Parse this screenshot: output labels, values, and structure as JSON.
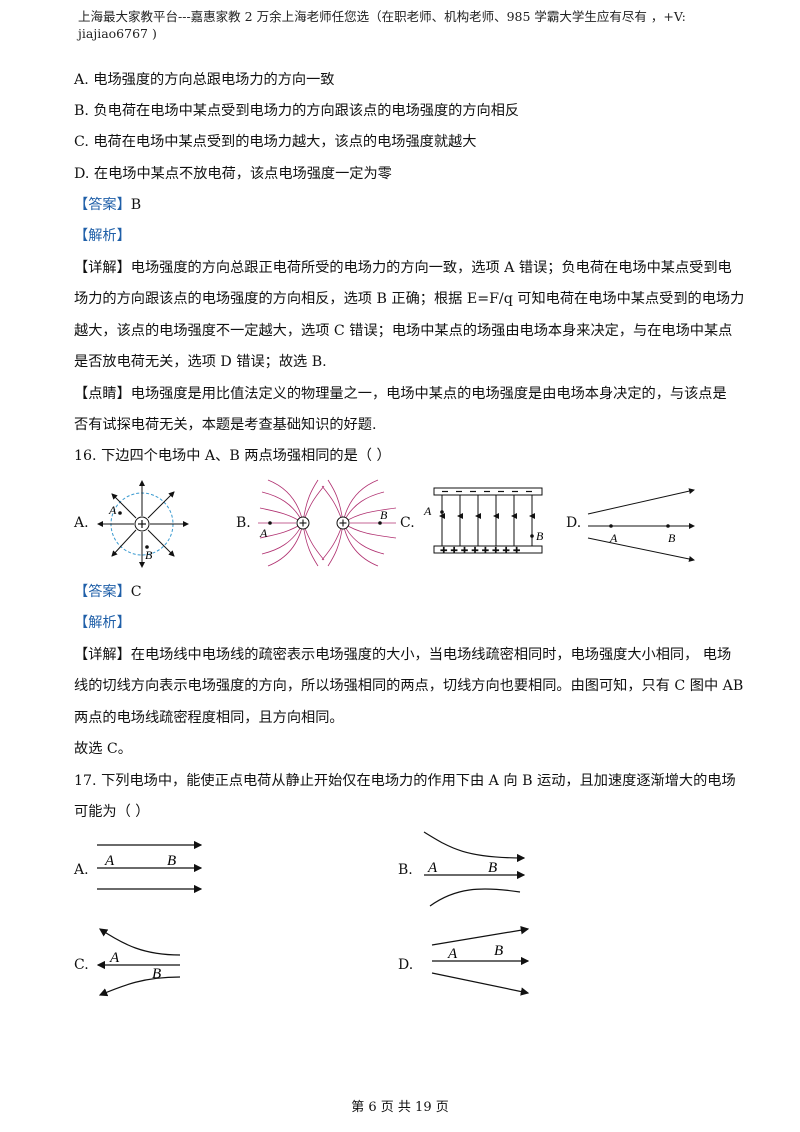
{
  "header": {
    "line1": "上海最大家教平台---嘉惠家教    2 万余上海老师任您选（在职老师、机构老师、985 学霸大学生应有尽有 ，+V:",
    "line2": "jiajiao6767 )"
  },
  "q15": {
    "options": [
      "A.  电场强度的方向总跟电场力的方向一致",
      "B.  负电荷在电场中某点受到电场力的方向跟该点的电场强度的方向相反",
      "C.  电荷在电场中某点受到的电场力越大，该点的电场强度就越大",
      "D.  在电场中某点不放电荷，该点电场强度一定为零"
    ],
    "answer_tag": "【答案】",
    "answer": "B",
    "analysis_tag": "【解析】",
    "detail_tag": "【详解】",
    "detail_lines": [
      "电场强度的方向总跟正电荷所受的电场力的方向一致，选项 A 错误；负电荷在电场中某点受到电",
      "场力的方向跟该点的电场强度的方向相反，选项 B 正确；根据 E=F/q 可知电荷在电场中某点受到的电场力",
      "越大，该点的电场强度不一定越大，选项 C 错误；电场中某点的场强由电场本身来决定，与在电场中某点",
      "是否放电荷无关，选项 D 错误；故选 B."
    ],
    "comment_tag": "【点睛】",
    "comment_lines": [
      "电场强度是用比值法定义的物理量之一，电场中某点的电场强度是由电场本身决定的，与该点是",
      "否有试探电荷无关，本题是考查基础知识的好题."
    ]
  },
  "q16": {
    "stem": "16.  下边四个电场中 A、B 两点场强相同的是（      ）",
    "option_labels": [
      "A.",
      "B.",
      "C.",
      "D."
    ],
    "point_labels": [
      "A",
      "B"
    ],
    "answer_tag": "【答案】",
    "answer": "C",
    "analysis_tag": "【解析】",
    "detail_tag": "【详解】",
    "detail_lines": [
      "在电场线中电场线的疏密表示电场强度的大小，当电场线疏密相同时，电场强度大小相同，  电场",
      "线的切线方向表示电场强度的方向，所以场强相同的两点，切线方向也要相同。由图可知，只有 C 图中 AB",
      "两点的电场线疏密程度相同，且方向相同。"
    ],
    "conclusion": "故选 C。"
  },
  "q17": {
    "stem_lines": [
      "17.  下列电场中，能使正点电荷从静止开始仅在电场力的作用下由 A 向 B 运动，且加速度逐渐增大的电场",
      "可能为（        ）"
    ],
    "option_labels": [
      "A.",
      "B.",
      "C.",
      "D."
    ],
    "point_labels": [
      "A",
      "B"
    ]
  },
  "footer": "第 6 页 共 19 页",
  "colors": {
    "tag_blue": "#1f5fa8",
    "field_line_magenta": "#b03070",
    "dashed_circle_blue": "#3a9ad0"
  }
}
